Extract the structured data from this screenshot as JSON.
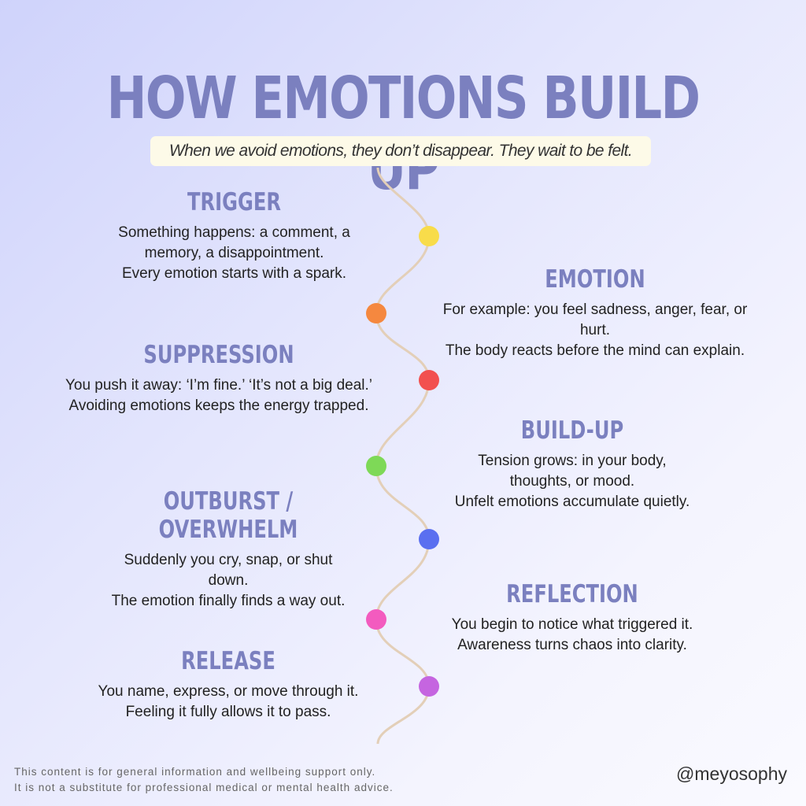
{
  "title": "HOW EMOTIONS BUILD UP",
  "subtitle": "When we avoid emotions, they don’t disappear. They wait to be felt.",
  "steps": [
    {
      "heading": "TRIGGER",
      "lines": [
        "Something happens: a comment, a",
        "memory, a disappointment.",
        "Every emotion starts with a spark."
      ],
      "color": "#f8dc4a"
    },
    {
      "heading": "EMOTION",
      "lines": [
        "For example: you feel sadness, anger, fear, or",
        "hurt.",
        "The body reacts before the mind can explain."
      ],
      "color": "#f5883f"
    },
    {
      "heading": "SUPPRESSION",
      "lines": [
        "You push it away: ‘I’m fine.’ ‘It’s not a big deal.’",
        "Avoiding emotions keeps the energy trapped."
      ],
      "color": "#f2504f"
    },
    {
      "heading": "BUILD-UP",
      "lines": [
        "Tension grows: in your body,",
        "thoughts, or mood.",
        "Unfelt emotions accumulate quietly."
      ],
      "color": "#7ed957"
    },
    {
      "heading": "OUTBURST / OVERWHELM",
      "lines": [
        "Suddenly you cry, snap, or shut",
        "down.",
        "The emotion finally finds a way out."
      ],
      "color": "#5a6ff0"
    },
    {
      "heading": "REFLECTION",
      "lines": [
        "You begin to notice what triggered it.",
        "Awareness turns chaos into clarity."
      ],
      "color": "#f35bbf"
    },
    {
      "heading": "RELEASE",
      "lines": [
        "You name, express, or move through it.",
        "Feeling it fully allows it to pass."
      ],
      "color": "#c565e0"
    }
  ],
  "disclaimer": [
    "This content is for general information and wellbeing support only.",
    "It is not a substitute for professional medical or mental health advice."
  ],
  "handle": "@meyosophy"
}
